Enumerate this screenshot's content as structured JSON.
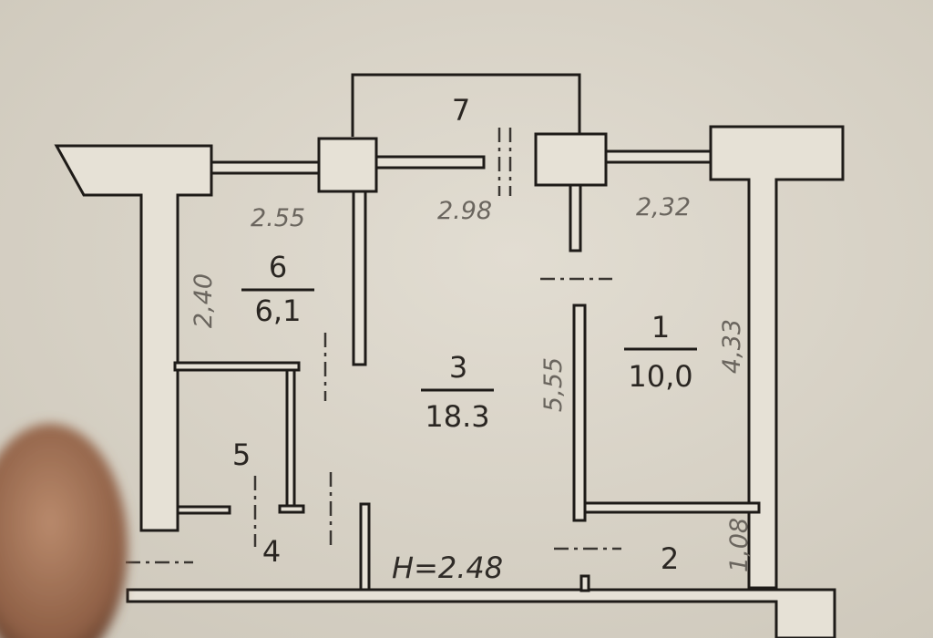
{
  "plan": {
    "rooms": [
      {
        "number": "1",
        "area": "10,0"
      },
      {
        "number": "2"
      },
      {
        "number": "3",
        "area": "18.3"
      },
      {
        "number": "4"
      },
      {
        "number": "5"
      },
      {
        "number": "6",
        "area": "6,1"
      },
      {
        "number": "7"
      }
    ],
    "dimensions": [
      "2.55",
      "2.98",
      "2,32",
      "2,40",
      "5,55",
      "4,33",
      "1,08"
    ],
    "ceiling_height": "H=2.48"
  }
}
